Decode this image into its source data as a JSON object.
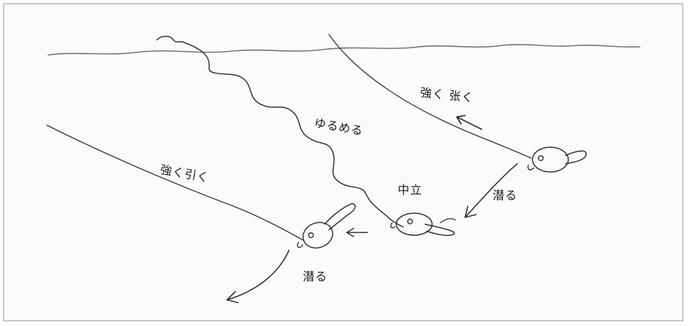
{
  "labels": {
    "strong_pull_right": "強く 张く",
    "loosen": "ゆるめる",
    "strong_pull_left": "強く引く",
    "neutral": "中立",
    "dive_right": "潜る",
    "dive_left": "潜る"
  },
  "colors": {
    "ink": "#2a2a2a",
    "paper": "#fbfbfa",
    "border": "#9a9a9a"
  }
}
